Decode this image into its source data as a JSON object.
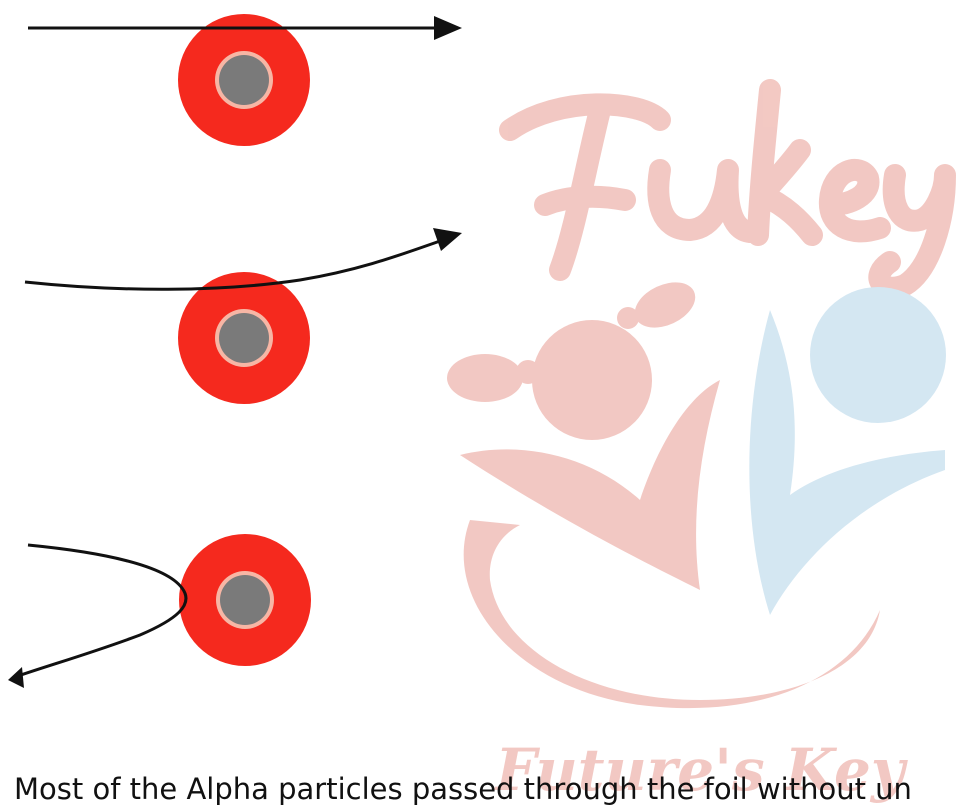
{
  "caption": "Most of the Alpha particles passed through the foil without un",
  "watermark": {
    "brand_text": "Fukey",
    "tagline_text": "Future's Key",
    "colors": {
      "pink": "#f2c6c0",
      "blue": "#d2e6f2"
    }
  },
  "diagram": {
    "panels": [
      {
        "id": "straight",
        "path_kind": "undeflected"
      },
      {
        "id": "slight",
        "path_kind": "slightly-deflected"
      },
      {
        "id": "rebound",
        "path_kind": "reflected-back"
      }
    ],
    "colors": {
      "atom_outer": "#f5291e",
      "atom_ring": "#f7b6a5",
      "nucleus": "#7a7a7a",
      "path": "#111111"
    }
  }
}
